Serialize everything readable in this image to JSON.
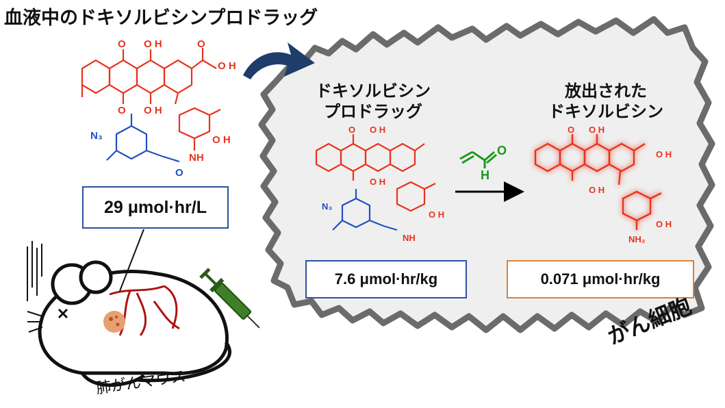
{
  "title": "血液中のドキソルビシンプロドラッグ",
  "blood_rate": "29 μmol·hr/L",
  "cell": {
    "prodrug_label_line1": "ドキソルビシン",
    "prodrug_label_line2": "プロドラッグ",
    "released_label_line1": "放出された",
    "released_label_line2": "ドキソルビシン",
    "prodrug_rate": "7.6 μmol·hr/kg",
    "released_rate": "0.071 μmol·hr/kg",
    "cell_label": "がん細胞"
  },
  "mouse_label": "肺がんマウス",
  "reagent_atom": "O",
  "reagent_h": "H",
  "atoms": {
    "O": "O",
    "OH": "O H",
    "N3": "N₃",
    "NH": "NH",
    "NH2": "NH₂"
  },
  "colors": {
    "doxorubicin": "#e8321c",
    "azide_linker": "#1f4fc4",
    "reagent": "#1a9a1a",
    "arrow_curved": "#1f3d6b",
    "box_blue": "#2e4fa0",
    "box_orange": "#d7823a",
    "cell_fill": "#efefef",
    "cell_border": "#6b6b6b"
  },
  "icons": {
    "curved_arrow": "curved-arrow-icon",
    "reaction_arrow": "reaction-arrow-icon",
    "syringe": "syringe-icon",
    "mouse": "mouse-illustration",
    "tumor": "tumor-icon"
  }
}
